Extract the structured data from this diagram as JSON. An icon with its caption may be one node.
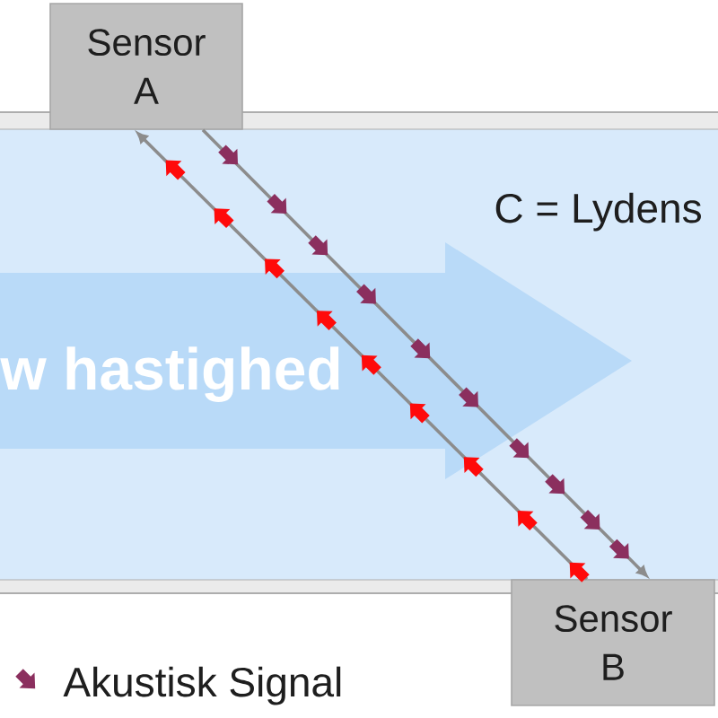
{
  "diagram": {
    "nodes": [
      {
        "text": [
          "Sensor A"
        ]
      },
      {
        "text": [
          "Sensor B"
        ]
      }
    ],
    "edges": [
      {
        "from": 1,
        "to": 0,
        "arrow": "to"
      },
      {
        "from": 0,
        "to": 1,
        "arrow": "to"
      }
    ],
    "labels": [
      "C = Lydens",
      "w hastighed"
    ],
    "legend": [
      {
        "text": "Akustisk Signal"
      }
    ]
  }
}
